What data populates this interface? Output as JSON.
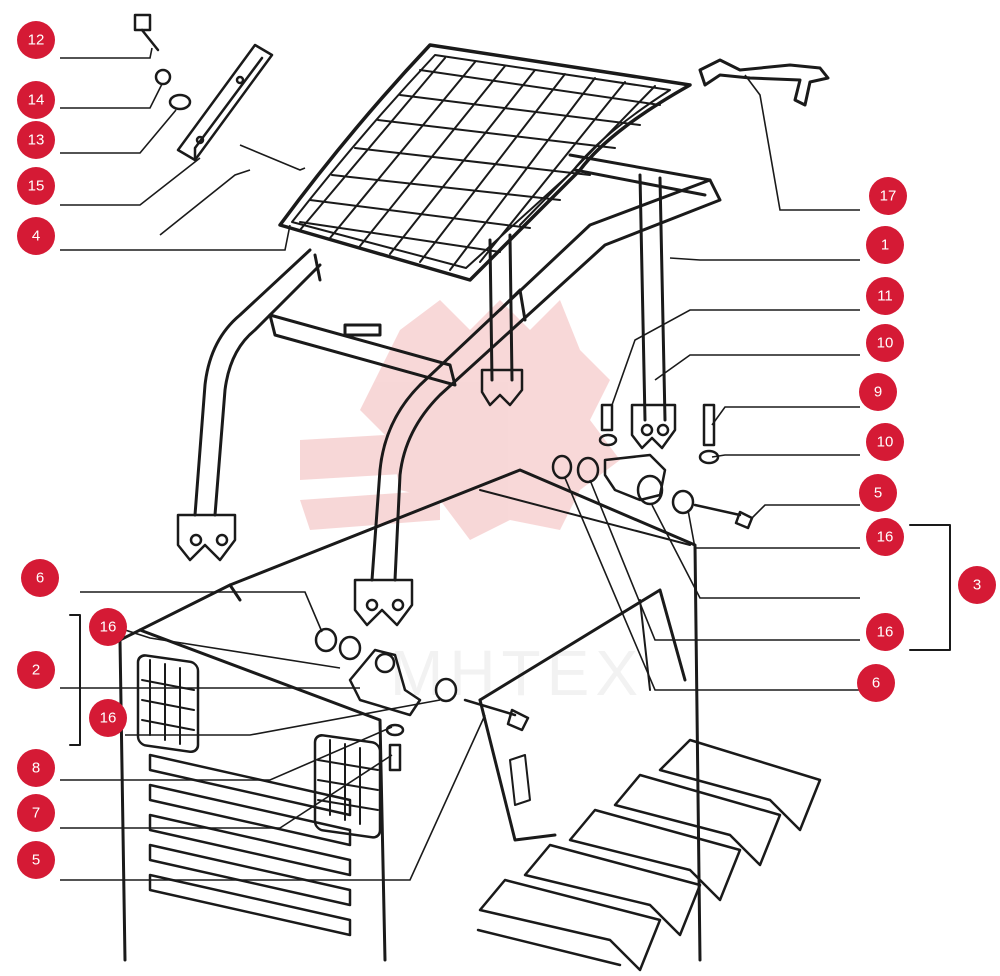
{
  "diagram": {
    "watermark_text": "МНТЕХ",
    "callout_color": "#d51a35",
    "line_color": "#1a1a1a",
    "watermark_color": "#f2b8b8",
    "callouts": [
      {
        "id": "c12",
        "label": "12"
      },
      {
        "id": "c14",
        "label": "14"
      },
      {
        "id": "c13",
        "label": "13"
      },
      {
        "id": "c15",
        "label": "15"
      },
      {
        "id": "c4",
        "label": "4"
      },
      {
        "id": "c17",
        "label": "17"
      },
      {
        "id": "c1",
        "label": "1"
      },
      {
        "id": "c11",
        "label": "11"
      },
      {
        "id": "c10a",
        "label": "10"
      },
      {
        "id": "c9",
        "label": "9"
      },
      {
        "id": "c10b",
        "label": "10"
      },
      {
        "id": "c5a",
        "label": "5"
      },
      {
        "id": "c16a",
        "label": "16"
      },
      {
        "id": "c3",
        "label": "3"
      },
      {
        "id": "c16b",
        "label": "16"
      },
      {
        "id": "c6a",
        "label": "6"
      },
      {
        "id": "c6b",
        "label": "6"
      },
      {
        "id": "c16c",
        "label": "16"
      },
      {
        "id": "c2",
        "label": "2"
      },
      {
        "id": "c16d",
        "label": "16"
      },
      {
        "id": "c8",
        "label": "8"
      },
      {
        "id": "c7",
        "label": "7"
      },
      {
        "id": "c5b",
        "label": "5"
      }
    ]
  }
}
